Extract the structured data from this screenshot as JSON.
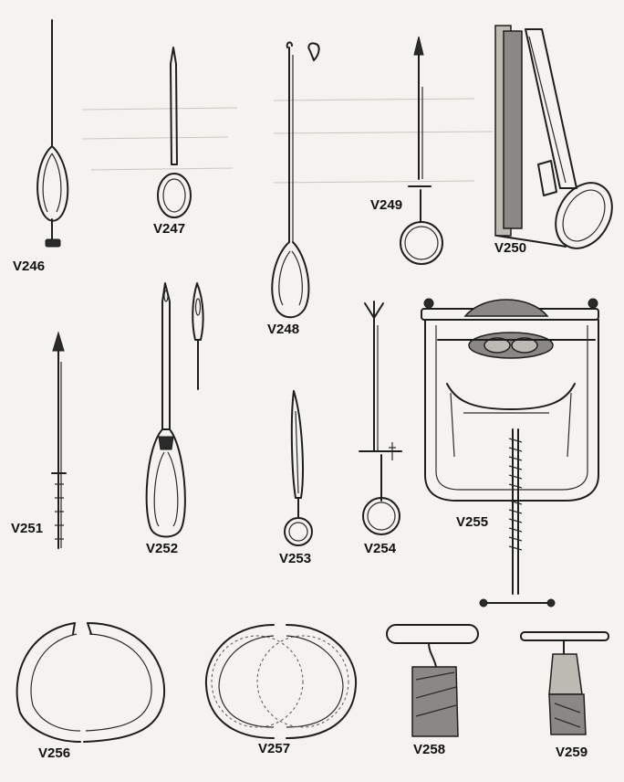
{
  "labels": {
    "v246": "V246",
    "v247": "V247",
    "v248": "V248",
    "v249": "V249",
    "v250": "V250",
    "v251": "V251",
    "v252": "V252",
    "v253": "V253",
    "v254": "V254",
    "v255": "V255",
    "v256": "V256",
    "v257": "V257",
    "v258": "V258",
    "v259": "V259"
  }
}
